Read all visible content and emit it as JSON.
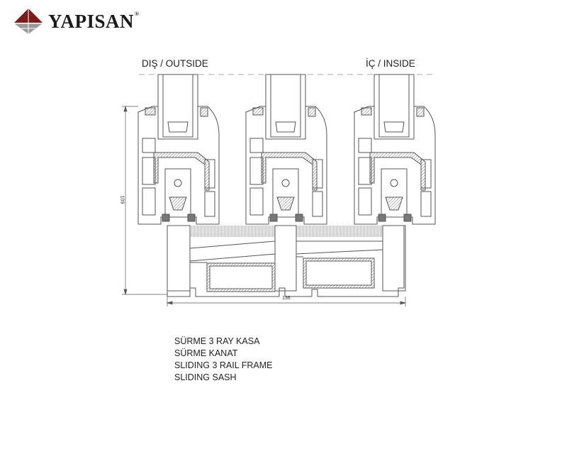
{
  "logo": {
    "text": "YAPISAN",
    "registered": "®",
    "colors": {
      "dark_red": "#7a1c1c",
      "grey": "#7d7d7d",
      "light_grey": "#bdbdbd"
    }
  },
  "labels": {
    "outside": "DIŞ / OUTSIDE",
    "inside": "İÇ / INSIDE"
  },
  "dimensions": {
    "height": "109",
    "width": "136"
  },
  "caption": [
    "SÜRME 3 RAY KASA",
    "SÜRME KANAT",
    "SLIDING 3 RAIL FRAME",
    "SLIDING SASH"
  ],
  "line_color": "#555555"
}
